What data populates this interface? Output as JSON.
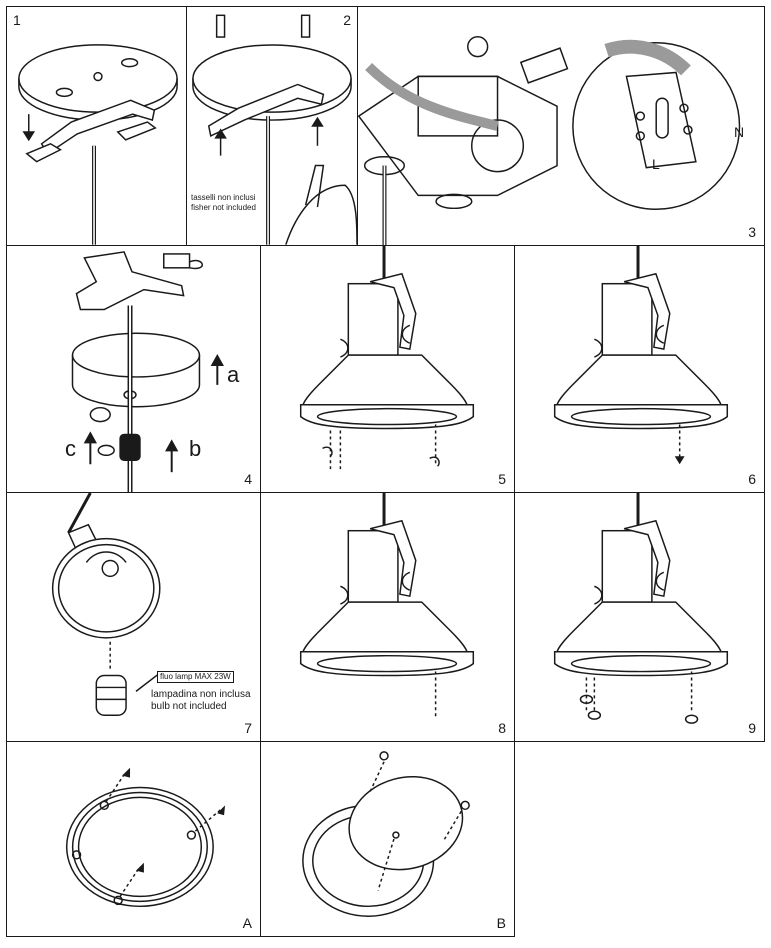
{
  "steps": {
    "s1": "1",
    "s2": "2",
    "s3": "3",
    "s4": "4",
    "s5": "5",
    "s6": "6",
    "s7": "7",
    "s8": "8",
    "s9": "9",
    "sA": "A",
    "sB": "B"
  },
  "panel2": {
    "note_it": "tasselli non inclusi",
    "note_en": "fisher not included"
  },
  "panel3": {
    "label_l": "L",
    "label_n": "N"
  },
  "panel4": {
    "label_a": "a",
    "label_b": "b",
    "label_c": "c"
  },
  "panel7": {
    "lamp_spec": "fluo lamp MAX 23W",
    "note_it": "lampadina non inclusa",
    "note_en": "bulb not included"
  },
  "colors": {
    "line": "#1a1a1a",
    "cable_gray": "#9a9a9a"
  }
}
